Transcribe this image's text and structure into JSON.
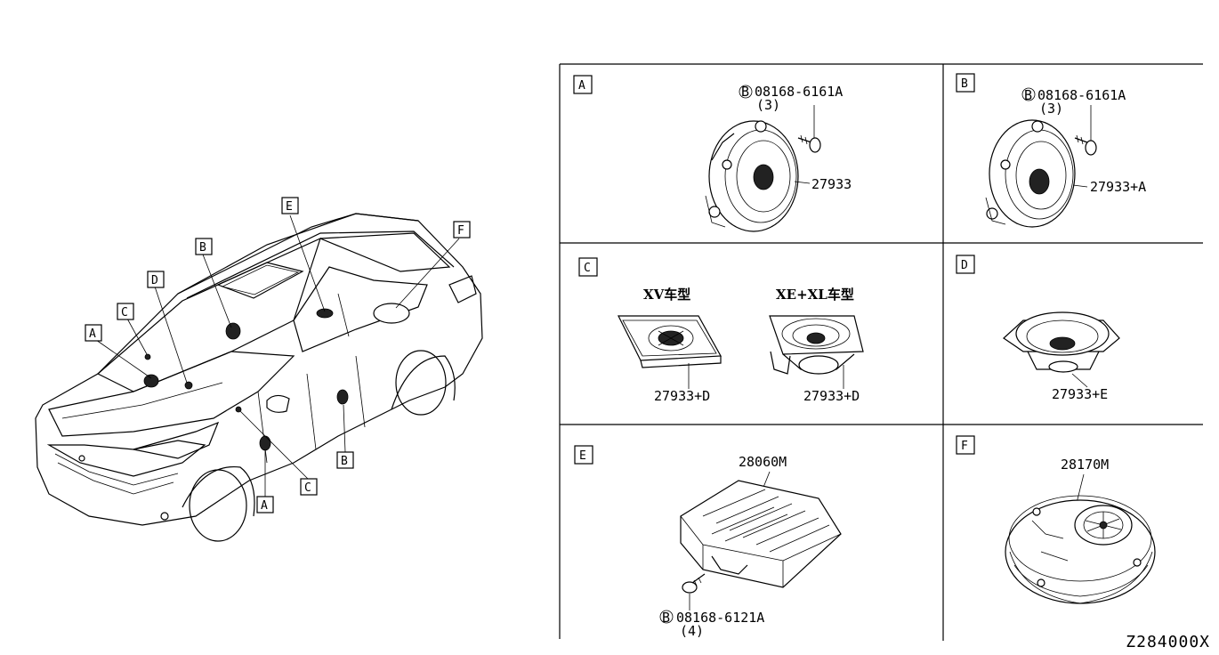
{
  "vehicle_callouts": [
    "A",
    "B",
    "C",
    "D",
    "E",
    "F",
    "A",
    "B",
    "C"
  ],
  "panels": [
    {
      "key": "A",
      "parts": [
        {
          "number": "27933"
        }
      ],
      "fastener": {
        "symbol": "B",
        "number": "08168-6161A",
        "qty": "(3)"
      }
    },
    {
      "key": "B",
      "parts": [
        {
          "number": "27933+A"
        }
      ],
      "fastener": {
        "symbol": "B",
        "number": "08168-6161A",
        "qty": "(3)"
      }
    },
    {
      "key": "C",
      "variants": [
        "XV车型",
        "XE+XL车型"
      ],
      "parts": [
        {
          "number": "27933+D"
        },
        {
          "number": "27933+D"
        }
      ]
    },
    {
      "key": "D",
      "parts": [
        {
          "number": "27933+E"
        }
      ]
    },
    {
      "key": "E",
      "parts": [
        {
          "number": "28060M"
        }
      ],
      "fastener": {
        "symbol": "B",
        "number": "08168-6121A",
        "qty": "(4)"
      }
    },
    {
      "key": "F",
      "parts": [
        {
          "number": "28170M"
        }
      ]
    }
  ],
  "diagram_code": "Z284000X"
}
